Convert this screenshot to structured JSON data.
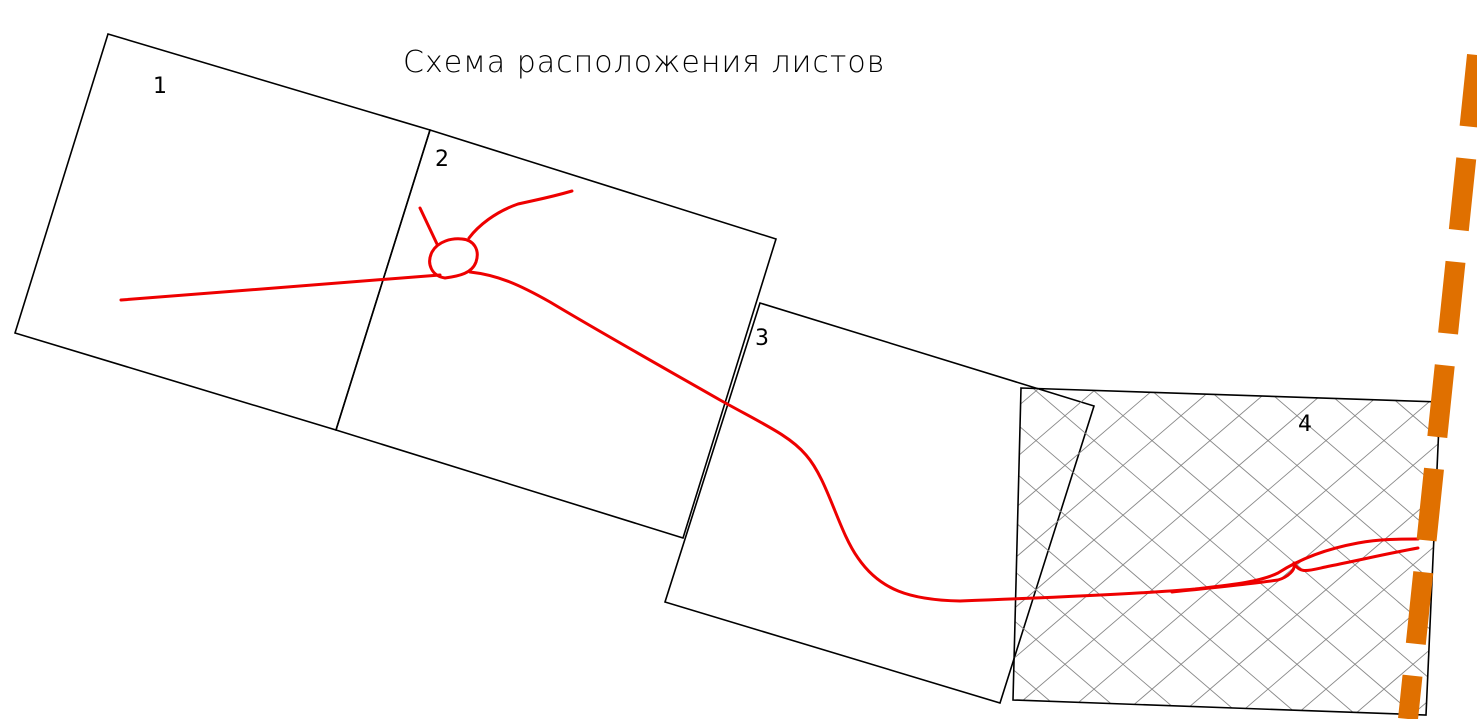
{
  "title": "Схема расположения листов",
  "sheets": [
    {
      "label": "1"
    },
    {
      "label": "2"
    },
    {
      "label": "3"
    },
    {
      "label": "4"
    }
  ],
  "colors": {
    "sheet_outline": "#000000",
    "route": "#ee0000",
    "boundary": "#e07000",
    "hatch": "#888888"
  }
}
